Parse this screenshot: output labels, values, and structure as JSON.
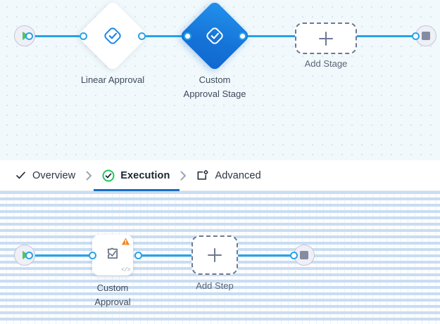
{
  "stage_canvas": {
    "name": "stage-flow-canvas",
    "background_color": "#f1f9fc",
    "edge_color": "#27a3e8",
    "start_node": {
      "icon": "play-icon",
      "title": "Start"
    },
    "end_node": {
      "icon": "stop-icon",
      "title": "End"
    },
    "nodes": [
      {
        "label": "Linear Approval",
        "icon": "approval-diamond-icon",
        "selected": false
      },
      {
        "label": "Custom\nApproval Stage",
        "icon": "approval-diamond-icon",
        "selected": true
      }
    ],
    "add_node": {
      "label": "Add Stage",
      "icon": "plus-icon"
    }
  },
  "tabs": {
    "name": "workflow-tabs",
    "separator_icon": "chevron-right-icon",
    "items": [
      {
        "label": "Overview",
        "icon": "check-icon",
        "active": false
      },
      {
        "label": "Execution",
        "icon": "check-circle-icon",
        "active": true
      },
      {
        "label": "Advanced",
        "icon": "window-gear-icon",
        "active": false
      }
    ],
    "active_underline_color": "#1b6ec9",
    "active_check_color": "#22c55e"
  },
  "step_canvas": {
    "name": "step-flow-canvas",
    "background_color": "#fdfeff",
    "edge_color": "#27a3e8",
    "start_node": {
      "icon": "play-icon",
      "title": "Start"
    },
    "end_node": {
      "icon": "stop-icon",
      "title": "End"
    },
    "nodes": [
      {
        "label": "Custom\nApproval",
        "icon": "script-approval-icon",
        "warning_icon": "warning-triangle-icon",
        "warning_color": "#f0821e",
        "code_badge": "</>"
      }
    ],
    "add_node": {
      "label": "Add Step",
      "icon": "plus-icon"
    }
  }
}
